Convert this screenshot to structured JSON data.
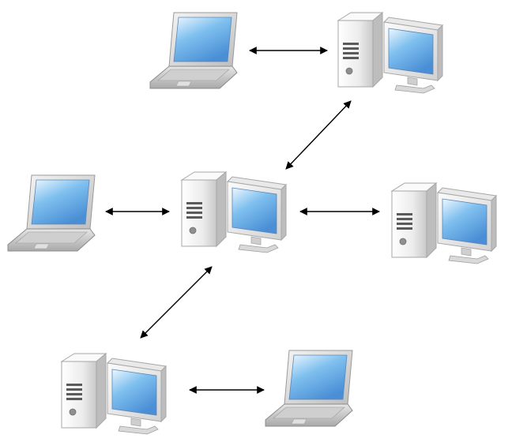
{
  "diagram": {
    "type": "network-topology",
    "background": "#ffffff",
    "colors": {
      "screen_top": "#eef7ff",
      "screen_mid": "#7fc0ef",
      "screen_bottom": "#4a8fd6",
      "case_light": "#f7f7f7",
      "case_dark": "#c9c9c9",
      "laptop_body": "#d8d8d8",
      "arrow": "#000000"
    },
    "nodes": [
      {
        "id": "laptop-top",
        "kind": "laptop",
        "icon": "laptop-icon"
      },
      {
        "id": "desktop-top",
        "kind": "desktop",
        "icon": "desktop-computer-icon"
      },
      {
        "id": "laptop-left",
        "kind": "laptop",
        "icon": "laptop-icon"
      },
      {
        "id": "desktop-center",
        "kind": "desktop",
        "icon": "desktop-computer-icon"
      },
      {
        "id": "desktop-right",
        "kind": "desktop",
        "icon": "desktop-computer-icon"
      },
      {
        "id": "desktop-bottom",
        "kind": "desktop",
        "icon": "desktop-computer-icon"
      },
      {
        "id": "laptop-bottom",
        "kind": "laptop",
        "icon": "laptop-icon"
      }
    ],
    "connections": [
      {
        "from": "laptop-top",
        "to": "desktop-top",
        "bidirectional": true
      },
      {
        "from": "desktop-top",
        "to": "desktop-center",
        "bidirectional": true
      },
      {
        "from": "laptop-left",
        "to": "desktop-center",
        "bidirectional": true
      },
      {
        "from": "desktop-center",
        "to": "desktop-right",
        "bidirectional": true
      },
      {
        "from": "desktop-center",
        "to": "desktop-bottom",
        "bidirectional": true
      },
      {
        "from": "desktop-bottom",
        "to": "laptop-bottom",
        "bidirectional": true
      }
    ]
  }
}
